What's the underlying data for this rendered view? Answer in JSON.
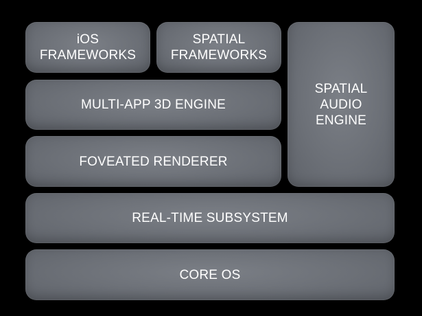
{
  "diagram": {
    "layers": {
      "ios_frameworks": "iOS\nFRAMEWORKS",
      "spatial_frameworks": "SPATIAL\nFRAMEWORKS",
      "spatial_audio_engine": "SPATIAL\nAUDIO\nENGINE",
      "multi_app_3d_engine": "MULTI-APP 3D ENGINE",
      "foveated_renderer": "FOVEATED RENDERER",
      "real_time_subsystem": "REAL-TIME SUBSYSTEM",
      "core_os": "CORE OS"
    },
    "colors": {
      "background": "#000000",
      "block_fill": "#6c7077",
      "text": "#ffffff"
    }
  }
}
